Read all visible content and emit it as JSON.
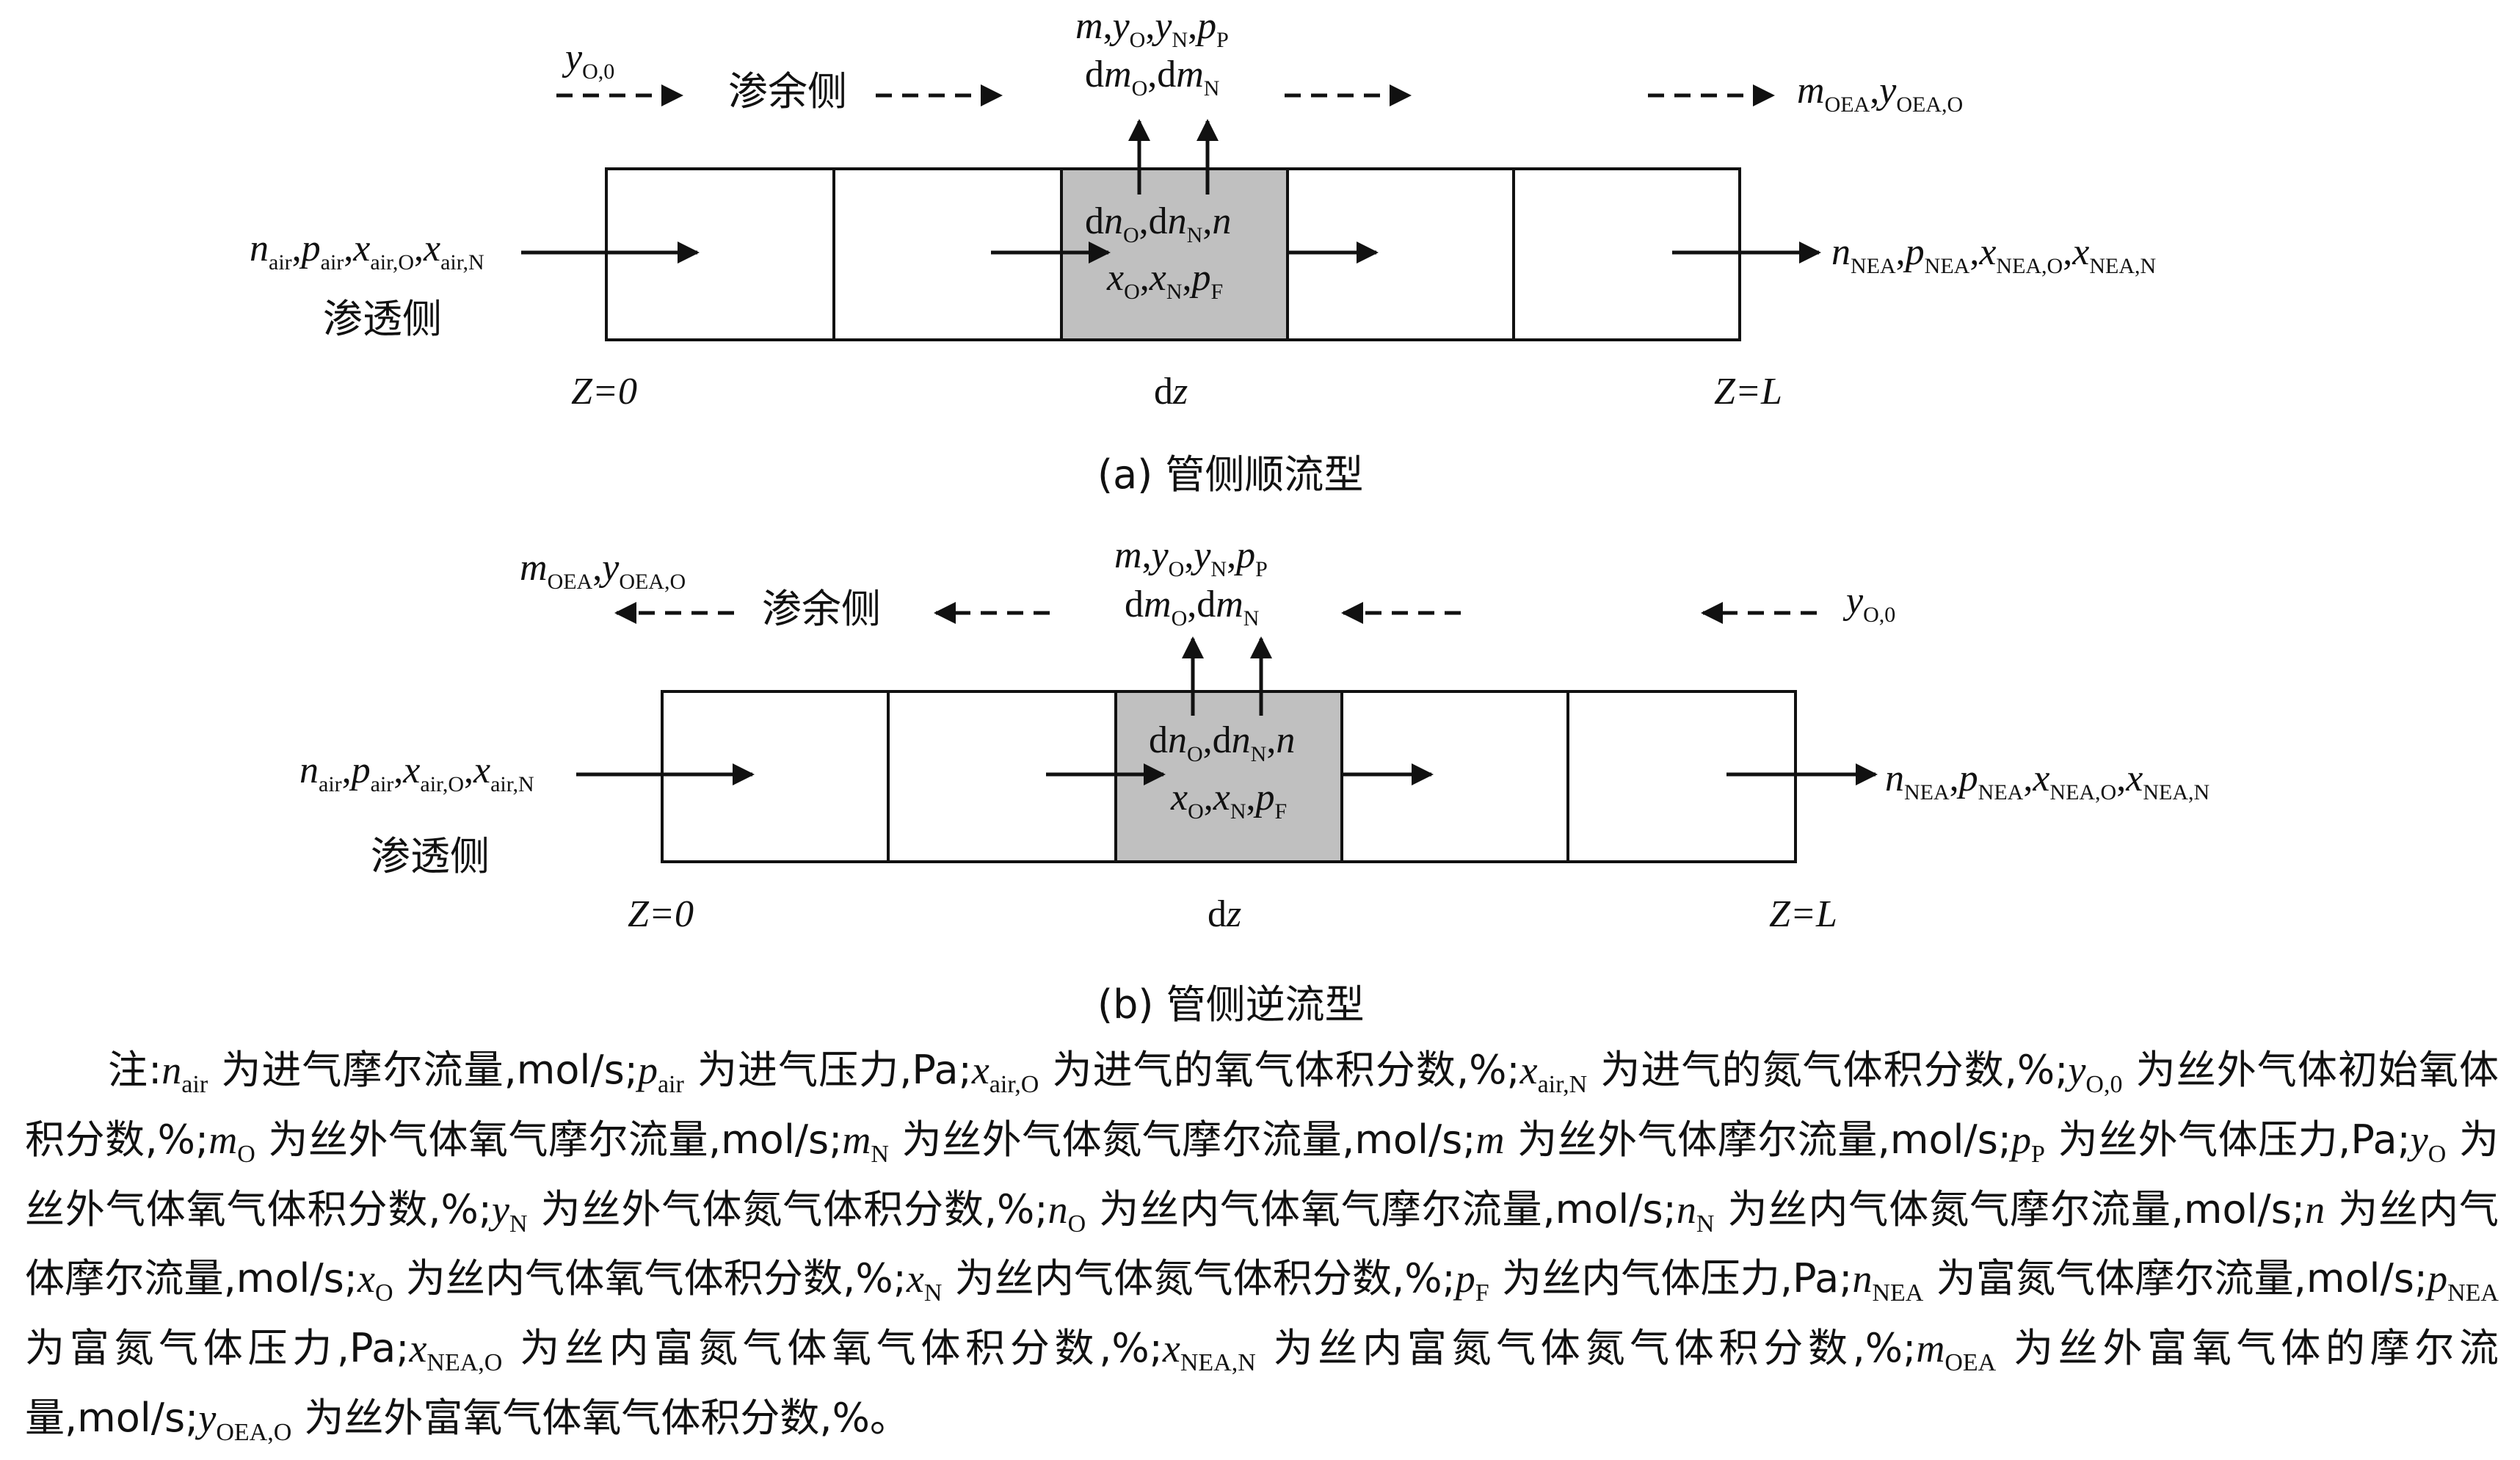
{
  "labels": {
    "permeate_side": "渗余侧",
    "feed_side": "渗透侧",
    "z0": "Z=0",
    "zL": "Z=L",
    "dz": "dz"
  },
  "captions": {
    "a": "(a) 管侧顺流型",
    "b": "(b) 管侧逆流型"
  },
  "note_intro": "注:",
  "note_items": [
    {
      "sym": "n",
      "sub": "air",
      "desc": "为进气摩尔流量,mol/s;"
    },
    {
      "sym": "p",
      "sub": "air",
      "desc": "为进气压力,Pa;"
    },
    {
      "sym": "x",
      "sub": "air,O",
      "desc": "为进气的氧气体积分数,%;"
    },
    {
      "sym": "x",
      "sub": "air,N",
      "desc": "为进气的氮气体积分数,%;"
    },
    {
      "sym": "y",
      "sub": "O,0",
      "desc": "为丝外气体初始氧体积分数,%;"
    },
    {
      "sym": "m",
      "sub": "O",
      "desc": "为丝外气体氧气摩尔流量,mol/s;"
    },
    {
      "sym": "m",
      "sub": "N",
      "desc": "为丝外气体氮气摩尔流量,mol/s;"
    },
    {
      "sym": "m",
      "sub": "",
      "desc": "为丝外气体摩尔流量,mol/s;"
    },
    {
      "sym": "p",
      "sub": "P",
      "desc": "为丝外气体压力,Pa;"
    },
    {
      "sym": "y",
      "sub": "O",
      "desc": "为丝外气体氧气体积分数,%;"
    },
    {
      "sym": "y",
      "sub": "N",
      "desc": "为丝外气体氮气体积分数,%;"
    },
    {
      "sym": "n",
      "sub": "O",
      "desc": "为丝内气体氧气摩尔流量,mol/s;"
    },
    {
      "sym": "n",
      "sub": "N",
      "desc": "为丝内气体氮气摩尔流量,mol/s;"
    },
    {
      "sym": "n",
      "sub": "",
      "desc": "为丝内气体摩尔流量,mol/s;"
    },
    {
      "sym": "x",
      "sub": "O",
      "desc": "为丝内气体氧气体积分数,%;"
    },
    {
      "sym": "x",
      "sub": "N",
      "desc": "为丝内气体氮气体积分数,%;"
    },
    {
      "sym": "p",
      "sub": "F",
      "desc": "为丝内气体压力,Pa;"
    },
    {
      "sym": "n",
      "sub": "NEA",
      "desc": "为富氮气体摩尔流量,mol/s;"
    },
    {
      "sym": "p",
      "sub": "NEA",
      "desc": "为富氮气体压力,Pa;"
    },
    {
      "sym": "x",
      "sub": "NEA,O",
      "desc": "为丝内富氮气体氧气体积分数,%;"
    },
    {
      "sym": "x",
      "sub": "NEA,N",
      "desc": "为丝内富氮气体氮气体积分数,%;"
    },
    {
      "sym": "m",
      "sub": "OEA",
      "desc": "为丝外富氧气体的摩尔流量,mol/s;"
    },
    {
      "sym": "y",
      "sub": "OEA,O",
      "desc": "为丝外富氧气体氧气体积分数,%。"
    }
  ],
  "colors": {
    "cell_fill": "#c0c0c0",
    "line": "#111111"
  }
}
